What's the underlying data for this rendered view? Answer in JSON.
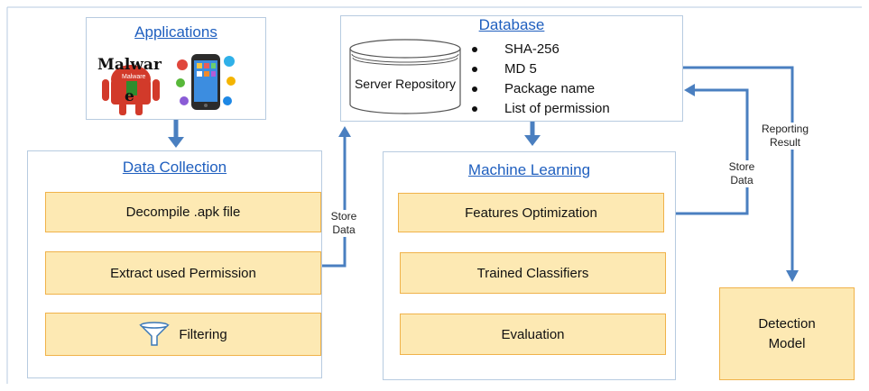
{
  "applications": {
    "title": "Applications",
    "malware_text": "Malwar",
    "malware_suffix": "e",
    "malware_badge": "Malware"
  },
  "database": {
    "title": "Database",
    "repository_label": "Server Repository",
    "fields": [
      "SHA-256",
      "MD 5",
      "Package name",
      "List of permission"
    ]
  },
  "data_collection": {
    "title": "Data Collection",
    "steps": [
      "Decompile .apk file",
      "Extract used Permission",
      "Filtering"
    ]
  },
  "machine_learning": {
    "title": "Machine Learning",
    "steps": [
      "Features Optimization",
      "Trained Classifiers",
      "Evaluation"
    ]
  },
  "detection": {
    "label": "Detection Model"
  },
  "edge_labels": {
    "store_data_left": "Store Data",
    "store_data_right": "Store Data",
    "reporting_result": "Reporting Result"
  },
  "colors": {
    "arrow": "#4a7fc0",
    "panel_border": "#b7cbe0",
    "step_fill": "#fde9b3",
    "step_border": "#f0b24a",
    "title": "#1f5fbf"
  }
}
